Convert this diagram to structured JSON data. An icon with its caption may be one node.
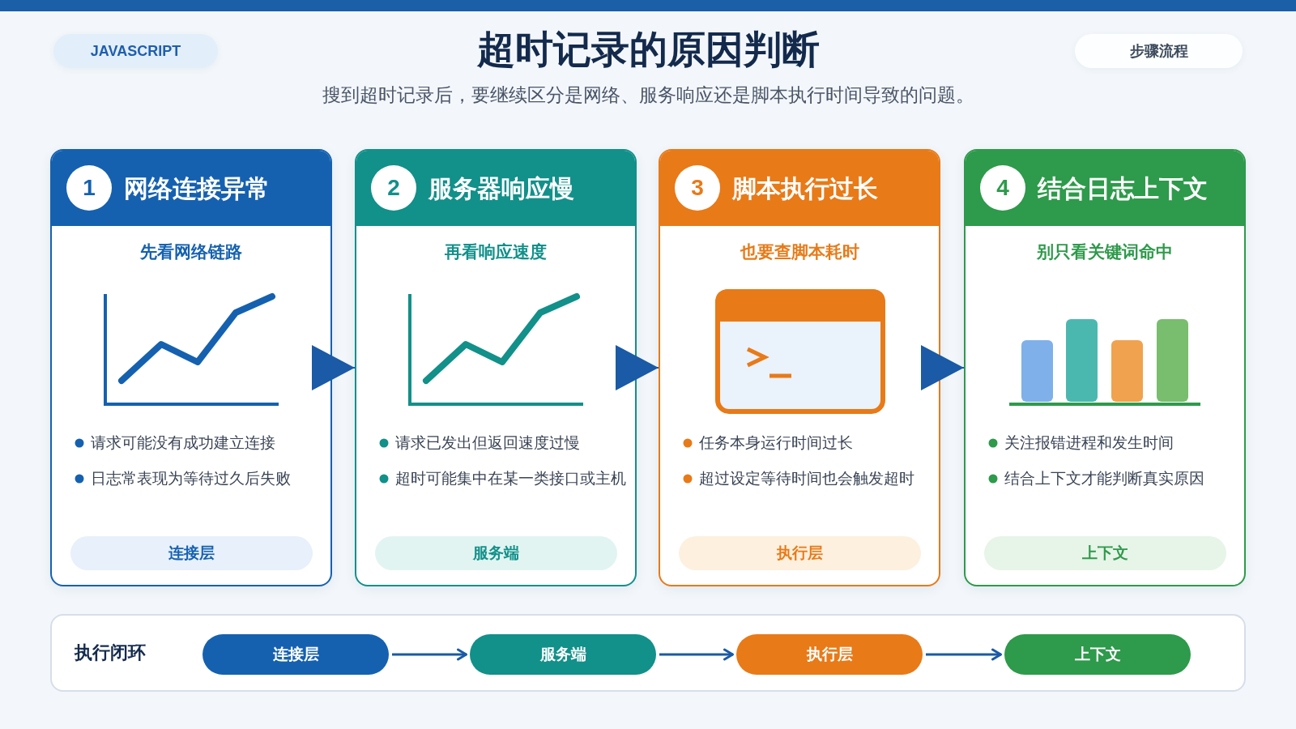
{
  "diagram": {
    "title": "超时记录的原因判断",
    "nodes": [
      {
        "text": [
          "JAVASCRIPT"
        ]
      },
      {
        "text": [
          "步骤流程"
        ]
      },
      {
        "text": [
          "网络连接异常",
          "先看网络链路",
          "请求可能没有成功建立连接",
          "日志常表现为等待过久后失败"
        ]
      },
      {
        "text": [
          "1"
        ],
        "in": 2
      },
      {
        "text": [
          "连接层"
        ],
        "in": 2
      },
      {
        "text": [
          "服务器响应慢",
          "再看响应速度",
          "请求已发出但返回速度过慢",
          "超时可能集中在某一类接口或主机"
        ]
      },
      {
        "text": [
          "2"
        ],
        "in": 5
      },
      {
        "text": [
          "服务端"
        ],
        "in": 5
      },
      {
        "text": [
          "脚本执行过长",
          "也要查脚本耗时",
          "任务本身运行时间过长",
          "超过设定等待时间也会触发超时"
        ]
      },
      {
        "text": [
          "3"
        ],
        "in": 8
      },
      {
        "text": [
          "执行层"
        ],
        "in": 8
      },
      {
        "text": [
          "结合日志上下文",
          "别只看关键词命中",
          "关注报错进程和发生时间",
          "结合上下文才能判断真实原因"
        ]
      },
      {
        "text": [
          "4"
        ],
        "in": 11
      },
      {
        "text": [
          "上下文"
        ],
        "in": 11
      },
      {
        "text": [
          "执行闭环"
        ]
      },
      {
        "text": [
          "连接层"
        ],
        "in": 14
      },
      {
        "text": [
          "服务端"
        ],
        "in": 14
      },
      {
        "text": [
          "执行层"
        ],
        "in": 14
      },
      {
        "text": [
          "上下文"
        ],
        "in": 14
      }
    ],
    "edges": [
      {
        "from": 2,
        "to": 5,
        "arrow": "to"
      },
      {
        "from": 5,
        "to": 8,
        "arrow": "to"
      },
      {
        "from": 8,
        "to": 11,
        "arrow": "to"
      },
      {
        "from": 15,
        "to": 16,
        "arrow": "to"
      },
      {
        "from": 16,
        "to": 17,
        "arrow": "to"
      },
      {
        "from": 17,
        "to": 18,
        "arrow": "to"
      }
    ],
    "labels": [
      "搜到超时记录后，要继续区分是网络、服务响应还是脚本执行时间导致的问题。"
    ]
  }
}
